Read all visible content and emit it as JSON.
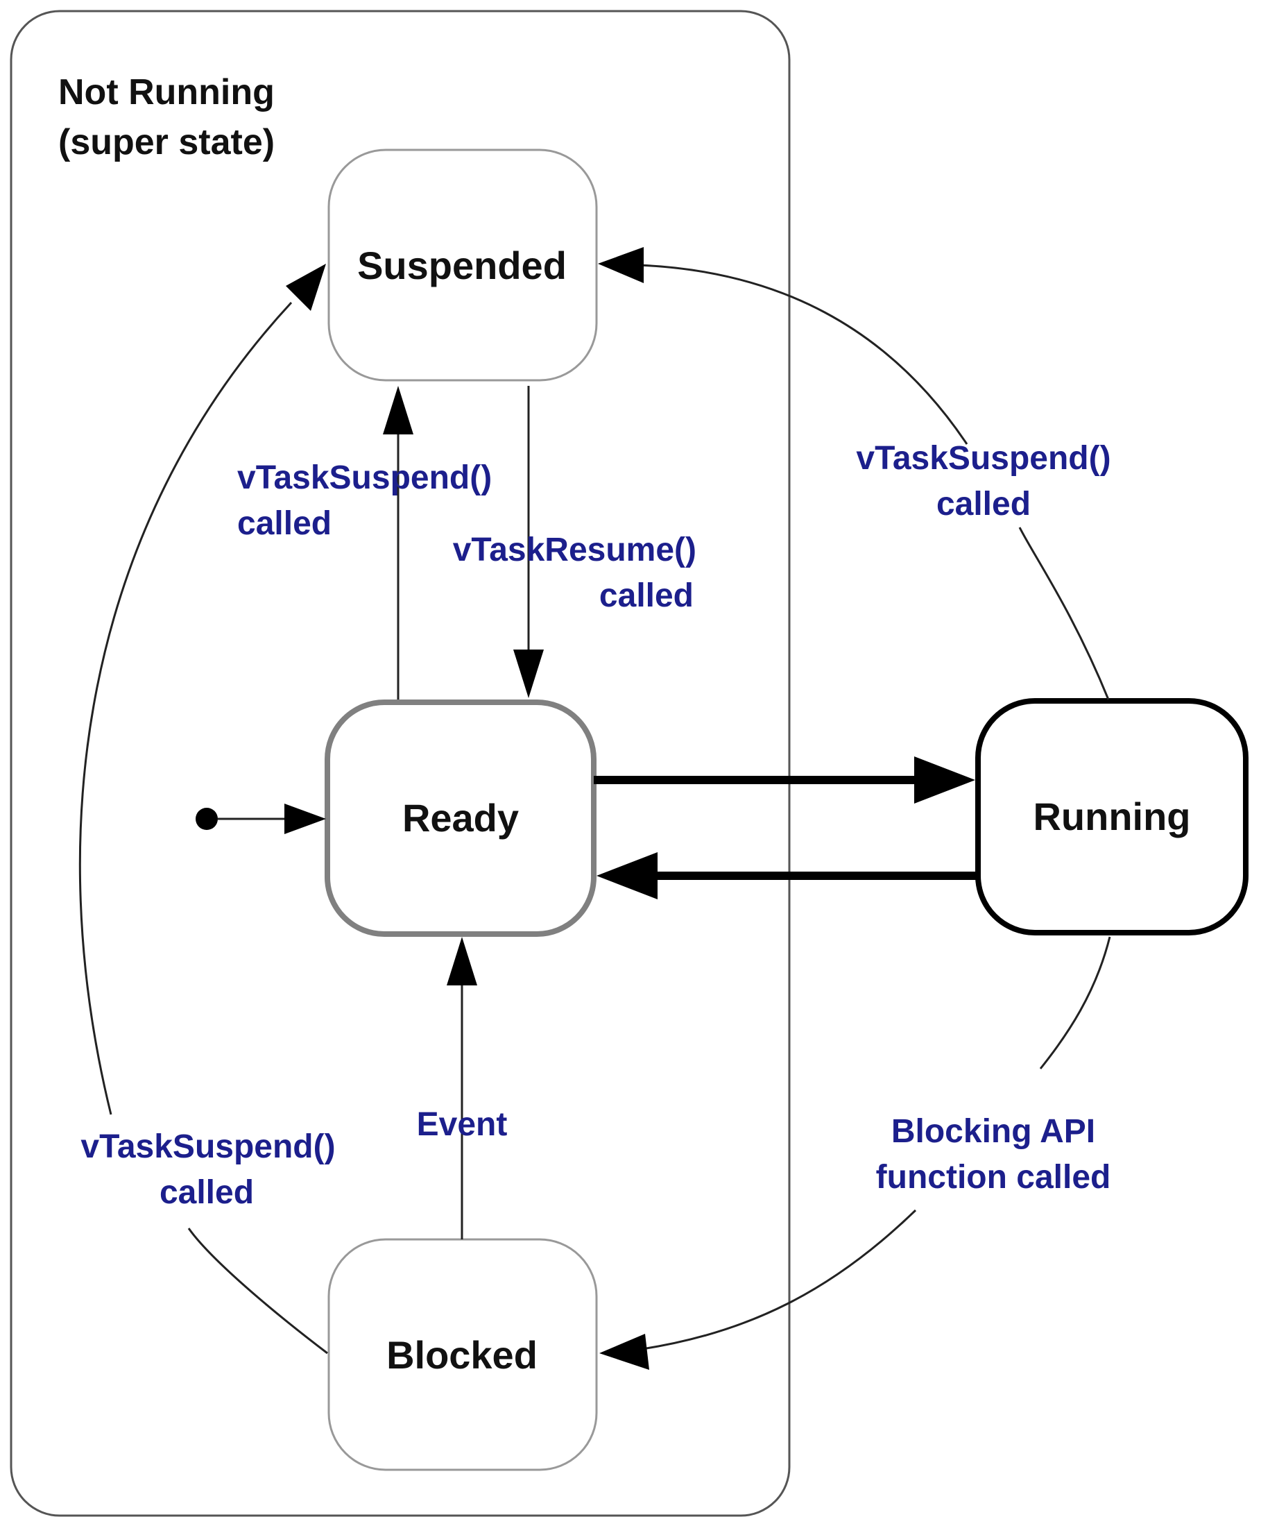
{
  "super_state": {
    "label_line1": "Not Running",
    "label_line2": "(super state)"
  },
  "states": {
    "suspended": "Suspended",
    "ready": "Ready",
    "running": "Running",
    "blocked": "Blocked"
  },
  "transitions": {
    "ready_to_suspended": {
      "line1": "vTaskSuspend()",
      "line2": "called"
    },
    "suspended_to_ready": {
      "line1": "vTaskResume()",
      "line2": "called"
    },
    "running_to_suspended": {
      "line1": "vTaskSuspend()",
      "line2": "called"
    },
    "blocked_to_suspended": {
      "line1": "vTaskSuspend()",
      "line2": "called"
    },
    "blocked_to_ready": {
      "line1": "Event"
    },
    "running_to_blocked": {
      "line1": "Blocking API",
      "line2": "function called"
    }
  },
  "colors": {
    "label_blue": "#1c1f8c",
    "ready_border": "#808080",
    "running_border": "#000000",
    "state_border": "#999999"
  }
}
